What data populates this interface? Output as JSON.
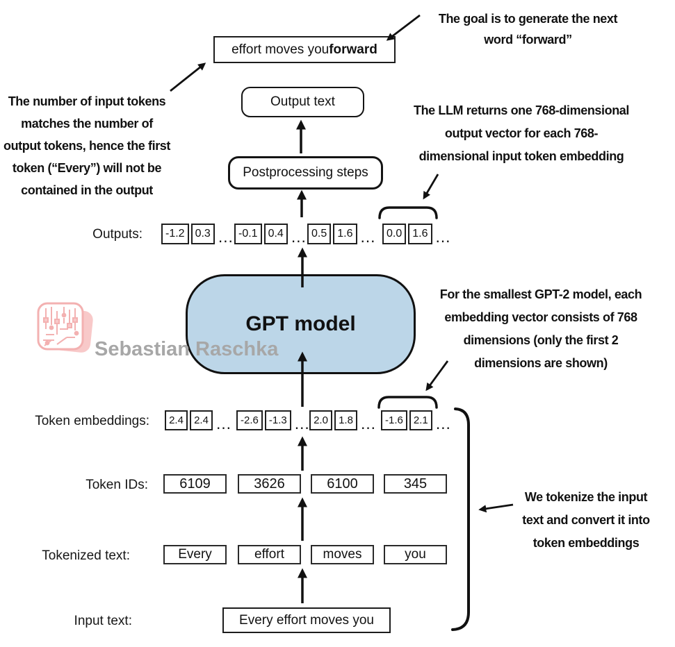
{
  "notes": {
    "goal": {
      "lines": [
        "The goal is to generate the next",
        "word “forward”"
      ]
    },
    "io_count": {
      "lines": [
        "The number of input tokens",
        "matches the number of",
        "output tokens, hence the first",
        "token (“Every”) will not be",
        "contained in the output"
      ]
    },
    "llm_returns": {
      "lines": [
        "The LLM returns one 768-dimensional",
        "output vector for each 768-",
        "dimensional input token embedding"
      ]
    },
    "gpt2_dims": {
      "lines": [
        "For the smallest GPT-2 model, each",
        "embedding vector consists of 768",
        "dimensions (only the first 2",
        "dimensions are shown)"
      ]
    },
    "tokenize": {
      "lines": [
        "We tokenize the input",
        "text and convert it into",
        "token embeddings"
      ]
    }
  },
  "boxes": {
    "generated_text_prefix": "effort moves you ",
    "generated_text_bold": "forward",
    "output_text": "Output text",
    "postprocessing": "Postprocessing steps",
    "gpt_model": "GPT model",
    "input_text": "Every effort moves you"
  },
  "rows": {
    "outputs": {
      "label": "Outputs:",
      "groups": [
        [
          "-1.2",
          "0.3"
        ],
        [
          "-0.1",
          "0.4"
        ],
        [
          "0.5",
          "1.6"
        ],
        [
          "0.0",
          "1.6"
        ]
      ]
    },
    "token_embeddings": {
      "label": "Token embeddings:",
      "groups": [
        [
          "2.4",
          "2.4"
        ],
        [
          "-2.6",
          "-1.3"
        ],
        [
          "2.0",
          "1.8"
        ],
        [
          "-1.6",
          "2.1"
        ]
      ]
    },
    "token_ids": {
      "label": "Token IDs:",
      "values": [
        "6109",
        "3626",
        "6100",
        "345"
      ]
    },
    "tokenized_text": {
      "label": "Tokenized text:",
      "values": [
        "Every",
        "effort",
        "moves",
        "you"
      ]
    },
    "input": {
      "label": "Input text:"
    }
  },
  "glyphs": {
    "ellipsis": "…"
  },
  "watermark": {
    "text": "Sebastian Raschka"
  },
  "colors": {
    "gpt_box_fill": "#BCD6E8",
    "ink": "#111111",
    "watermark_text": "#A7A7A7",
    "watermark_logo": "#F3B1B1"
  }
}
